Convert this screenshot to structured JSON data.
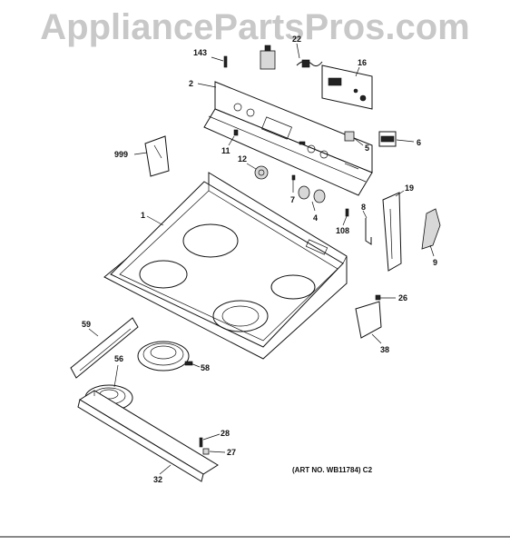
{
  "watermark": "AppliancePartsPros.com",
  "art_number": "(ART NO. WB11784) C2",
  "callouts": {
    "c143": "143",
    "c22": "22",
    "c16": "16",
    "c2": "2",
    "c999": "999",
    "c11": "11",
    "c12": "12",
    "c5": "5",
    "c6": "6",
    "c7": "7",
    "c4": "4",
    "c19": "19",
    "c8": "8",
    "c108": "108",
    "c1": "1",
    "c9": "9",
    "c26": "26",
    "c38": "38",
    "c59": "59",
    "c56": "56",
    "c58": "58",
    "c28": "28",
    "c27": "27",
    "c32": "32"
  }
}
